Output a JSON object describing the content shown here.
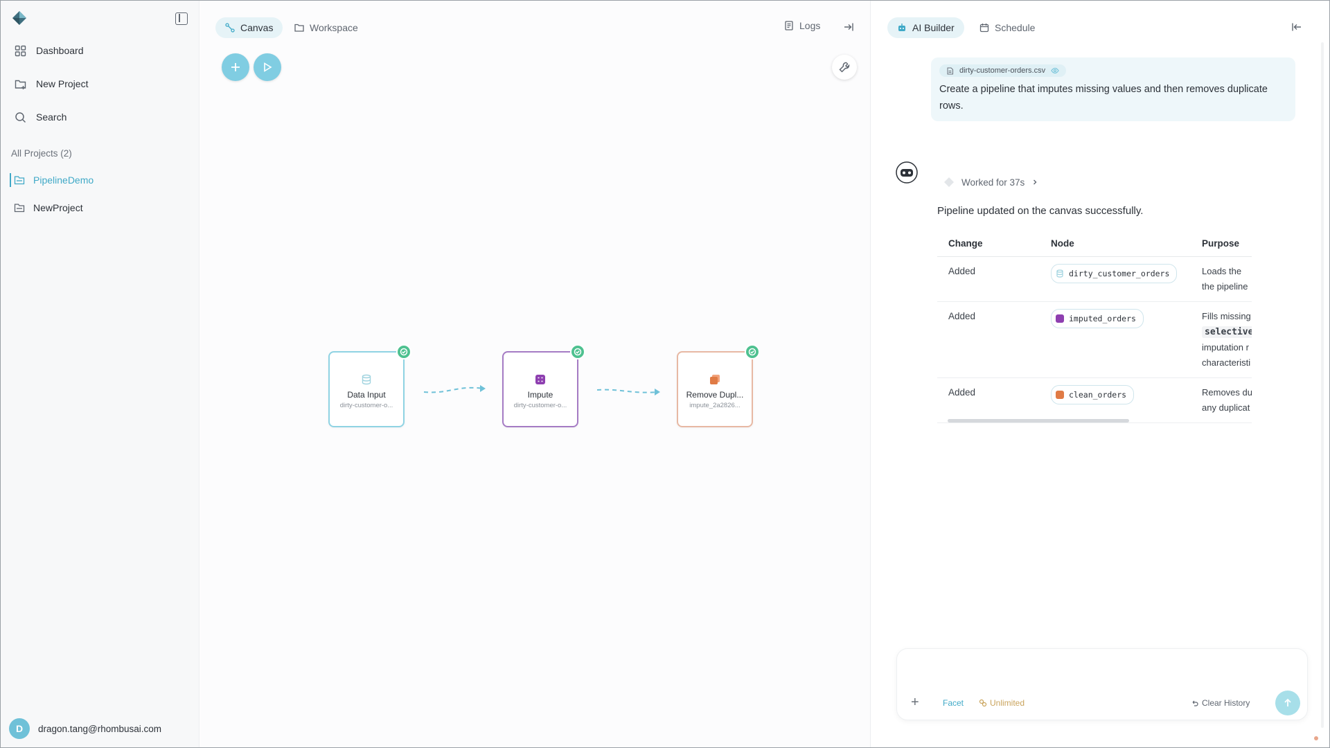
{
  "sidebar": {
    "nav": [
      {
        "label": "Dashboard",
        "icon": "dashboard-icon"
      },
      {
        "label": "New Project",
        "icon": "new-project-icon"
      },
      {
        "label": "Search",
        "icon": "search-icon"
      }
    ],
    "section_label": "All Projects (2)",
    "projects": [
      {
        "label": "PipelineDemo",
        "active": true
      },
      {
        "label": "NewProject",
        "active": false
      }
    ],
    "user": {
      "initial": "D",
      "email": "dragon.tang@rhombusai.com"
    }
  },
  "canvas": {
    "tabs": [
      {
        "label": "Canvas",
        "icon": "canvas-icon",
        "active": true
      },
      {
        "label": "Workspace",
        "icon": "folder-icon",
        "active": false
      }
    ],
    "logs_label": "Logs",
    "nodes": [
      {
        "title": "Data Input",
        "subtitle": "dirty-customer-o...",
        "color": "#8fd3e3",
        "icon_color": "#9fd3df"
      },
      {
        "title": "Impute",
        "subtitle": "dirty-customer-o...",
        "color": "#a57bc4",
        "icon_color": "#8e3fb0"
      },
      {
        "title": "Remove Dupl...",
        "subtitle": "impute_2a2826...",
        "color": "#e7b8a3",
        "icon_color": "#e07b45"
      }
    ]
  },
  "ai": {
    "tabs": [
      {
        "label": "AI Builder",
        "icon": "robot-icon",
        "active": true
      },
      {
        "label": "Schedule",
        "icon": "calendar-icon",
        "active": false
      }
    ],
    "user_message": {
      "file": "dirty-customer-orders.csv",
      "text": "Create a pipeline that imputes missing values and then removes duplicate rows."
    },
    "worked_label": "Worked for 37s",
    "status": "Pipeline updated on the canvas successfully.",
    "table": {
      "headers": [
        "Change",
        "Node",
        "Purpose"
      ],
      "rows": [
        {
          "change": "Added",
          "node": "dirty_customer_orders",
          "chip_color": "#9fd3df",
          "purpose_1": "Loads the",
          "purpose_2": "the pipeline"
        },
        {
          "change": "Added",
          "node": "imputed_orders",
          "chip_color": "#8e3fb0",
          "purpose_1": "Fills missing",
          "purpose_code": "selective",
          "purpose_3": "imputation r",
          "purpose_4": "characteristi"
        },
        {
          "change": "Added",
          "node": "clean_orders",
          "chip_color": "#e07b45",
          "purpose_1": "Removes du",
          "purpose_2": "any duplicat"
        }
      ]
    },
    "input": {
      "placeholder": "",
      "facet_label": "Facet",
      "unlimited_label": "Unlimited",
      "clear_label": "Clear History"
    }
  },
  "colors": {
    "accent": "#3fa9c7",
    "success": "#4ec190"
  }
}
